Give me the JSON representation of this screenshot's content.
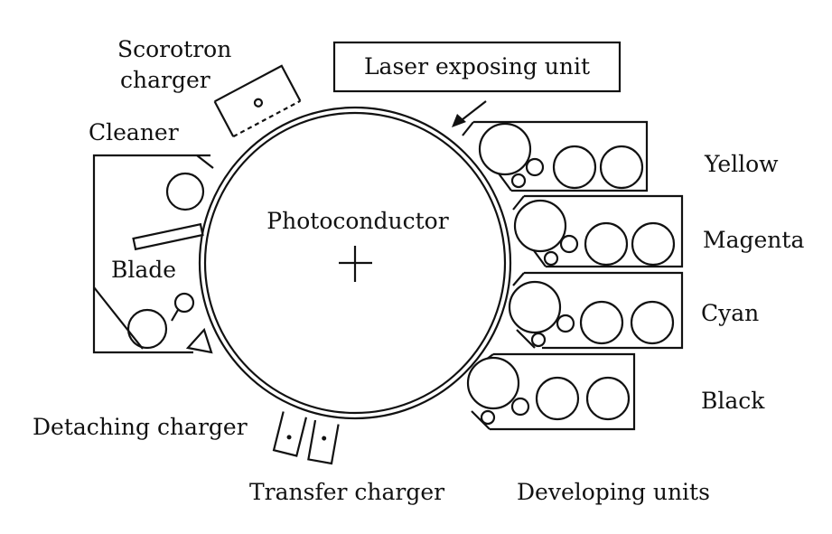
{
  "labels": {
    "scorotron_line1": "Scorotron",
    "scorotron_line2": "charger",
    "laser": "Laser exposing unit",
    "cleaner": "Cleaner",
    "photoconductor": "Photoconductor",
    "blade": "Blade",
    "yellow": "Yellow",
    "magenta": "Magenta",
    "cyan": "Cyan",
    "black": "Black",
    "detaching": "Detaching charger",
    "transfer": "Transfer charger",
    "developing": "Developing units"
  }
}
